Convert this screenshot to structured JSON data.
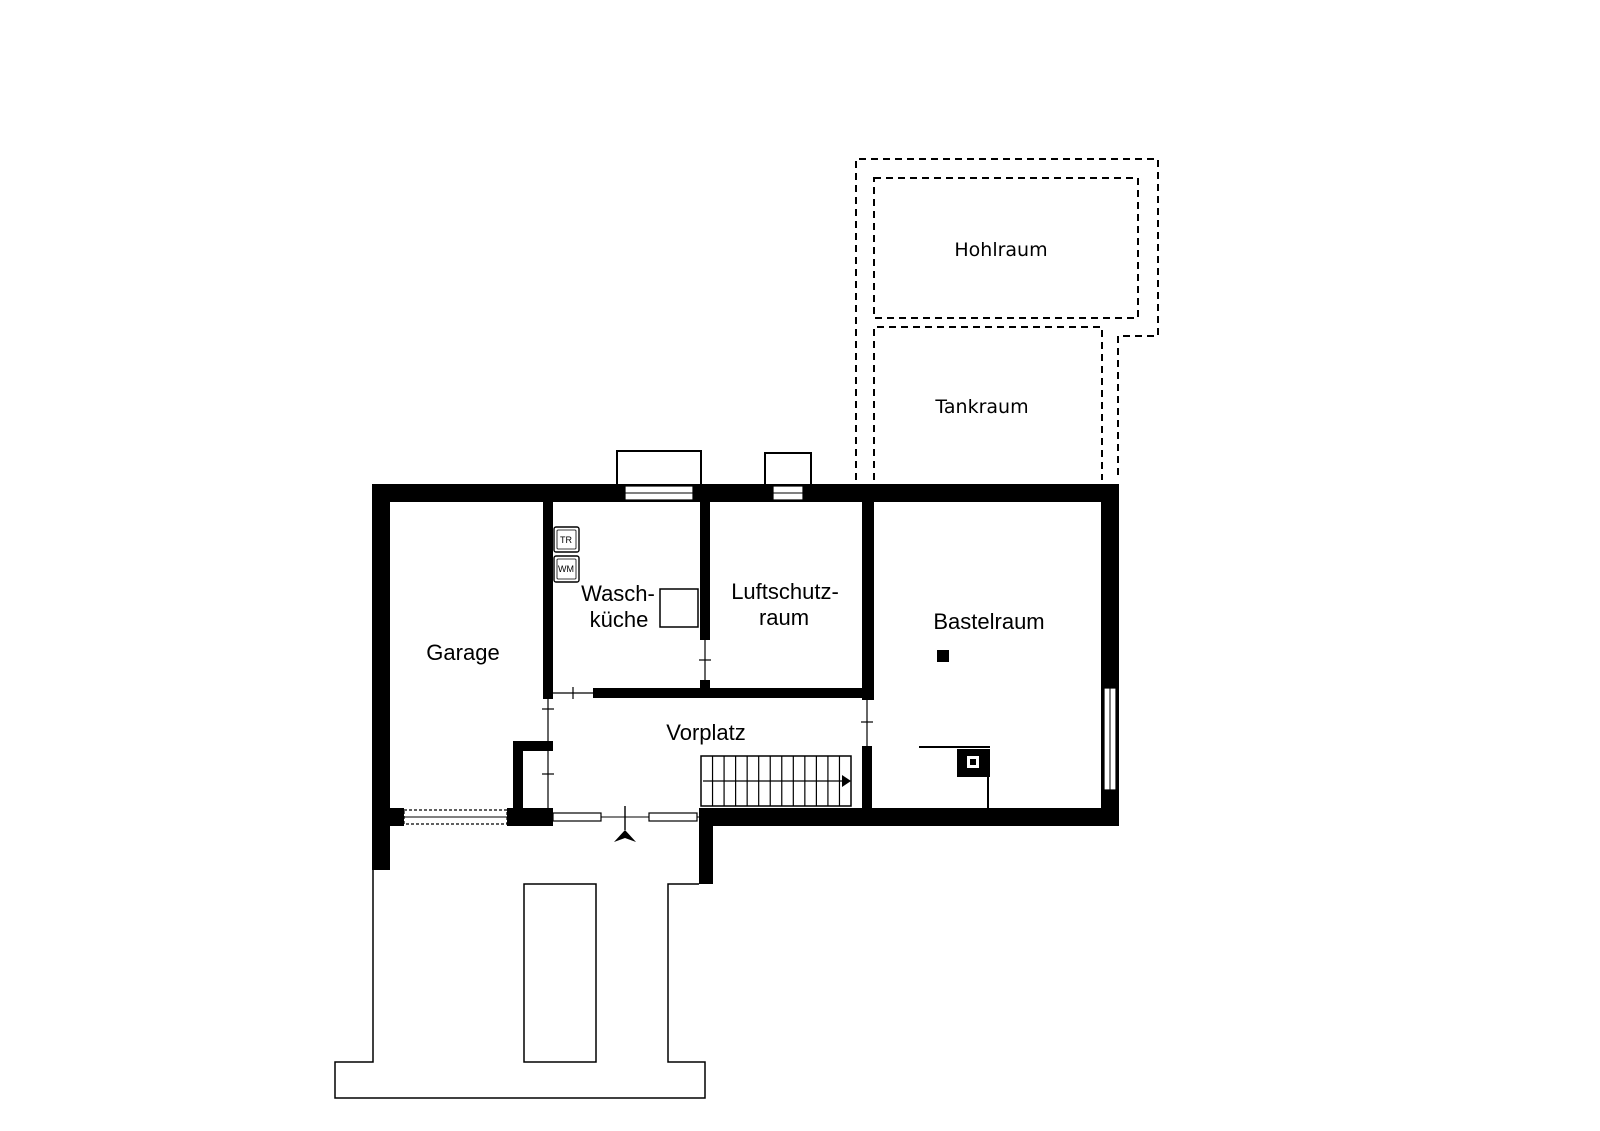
{
  "rooms": {
    "hohlraum": "Hohlraum",
    "tankraum": "Tankraum",
    "garage": "Garage",
    "waschkueche_line1": "Wasch-",
    "waschkueche_line2": "küche",
    "luftschutz_line1": "Luftschutz-",
    "luftschutz_line2": "raum",
    "bastelraum": "Bastelraum",
    "vorplatz": "Vorplatz"
  },
  "appliances": {
    "dryer": "TR",
    "washing_machine": "WM"
  },
  "colors": {
    "wall": "#000000",
    "background": "#ffffff"
  }
}
